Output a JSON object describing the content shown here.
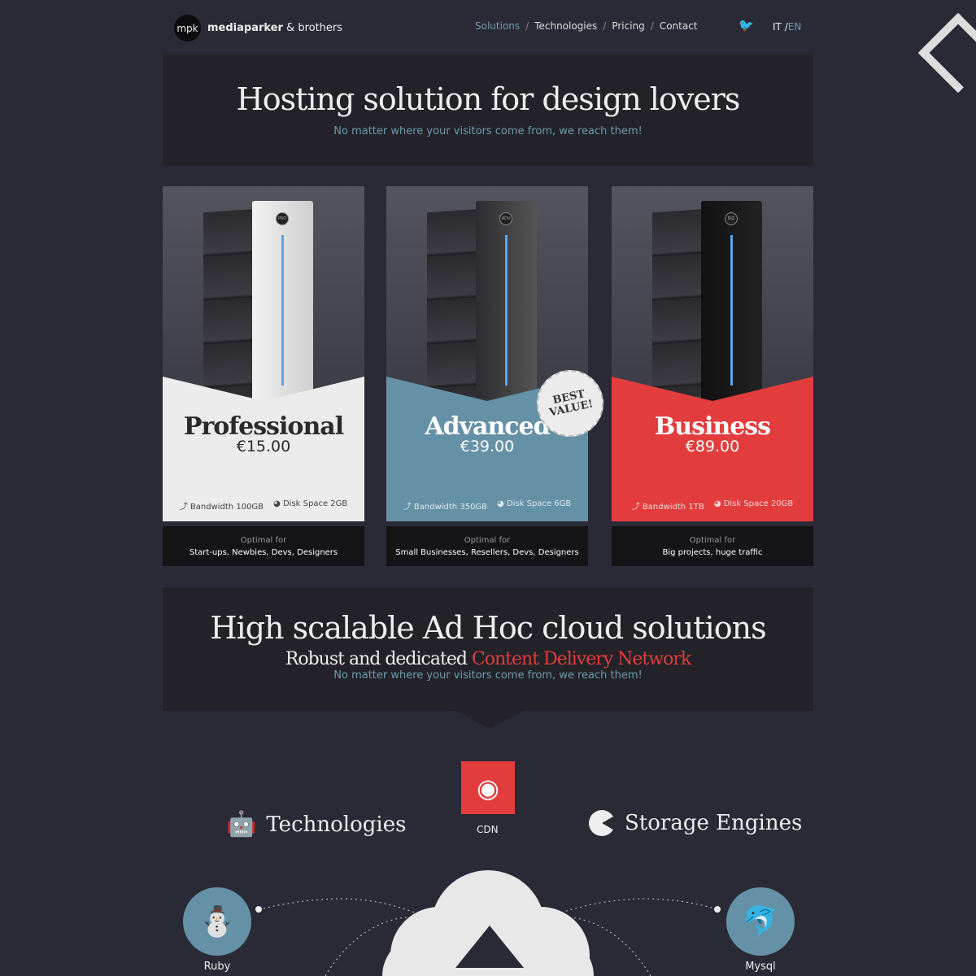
{
  "header": {
    "logo_mark": "mpk",
    "brand_bold": "mediaparker",
    "brand_rest": " & brothers",
    "nav": [
      "Solutions",
      "Technologies",
      "Pricing",
      "Contact"
    ],
    "nav_sep": "/",
    "lang_it": "IT",
    "lang_sep": " /",
    "lang_en": "EN"
  },
  "hero": {
    "title": "Hosting solution for design lovers",
    "subtitle": "No matter where your visitors come from, we reach them!"
  },
  "plans": [
    {
      "name": "Professional",
      "price": "€15.00",
      "badge": "PRO",
      "bandwidth_label": "Bandwidth",
      "bandwidth": "100GB",
      "disk_label": "Disk Space",
      "disk": "2GB",
      "optimal_label": "Optimal for",
      "optimal": "Start-ups, Newbies, Devs, Designers",
      "color": "#ececec"
    },
    {
      "name": "Advanced",
      "price": "€39.00",
      "badge": "ADV",
      "bandwidth_label": "Bandwidth",
      "bandwidth": "350GB",
      "disk_label": "Disk Space",
      "disk": "6GB",
      "optimal_label": "Optimal for",
      "optimal": "Small Businesses, Resellers, Devs, Designers",
      "color": "#6591a6"
    },
    {
      "name": "Business",
      "price": "€89.00",
      "badge": "BIZ",
      "bandwidth_label": "Bandwidth",
      "bandwidth": "1TB",
      "disk_label": "Disk Space",
      "disk": "20GB",
      "optimal_label": "Optimal for",
      "optimal": "Big projects, huge traffic",
      "color": "#e33c3c"
    }
  ],
  "best_value": {
    "line1": "BEST",
    "line2": "VALUE!"
  },
  "cloud": {
    "title": "High scalable Ad Hoc cloud solutions",
    "sub_white": "Robust and dedicated ",
    "sub_red": "Content Delivery Network",
    "tagline": "No matter where your visitors come from, we reach them!"
  },
  "diagram": {
    "cdn": "CDN",
    "technologies": "Technologies",
    "storage": "Storage Engines",
    "ruby": "Ruby",
    "mysql": "Mysql"
  }
}
